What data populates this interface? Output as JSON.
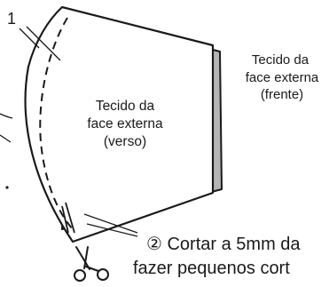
{
  "marker_number": "1",
  "inner_label": {
    "line1": "Tecido da",
    "line2": "face externa",
    "line3": "(verso)"
  },
  "outer_label": {
    "line1": "Tecido da",
    "line2": "face externa",
    "line3": "(frente)"
  },
  "step_label": {
    "line1": "② Cortar a 5mm da",
    "line2": "fazer pequenos cort"
  },
  "icons": [
    "scissors-icon"
  ],
  "colors": {
    "ink": "#1a1a1a",
    "fabric_front": "#b5b5b5",
    "paper": "#ffffff"
  }
}
